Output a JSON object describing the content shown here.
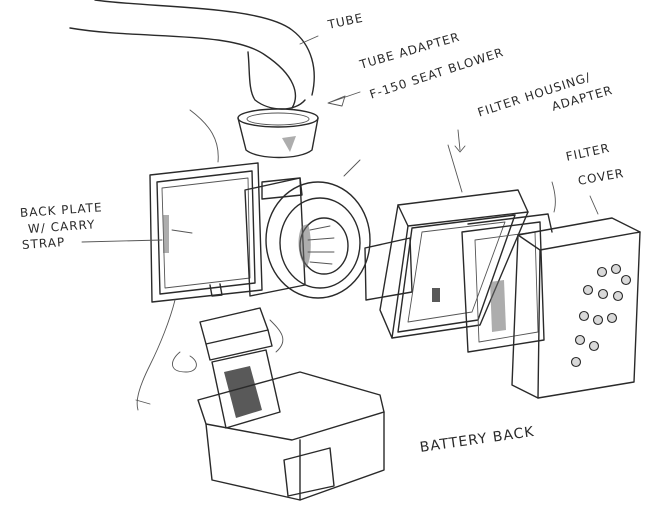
{
  "labels": {
    "tube": "TUBE",
    "tube_adapter": "TUBE ADAPTER",
    "blower": "F-150 SEAT BLOWER",
    "filter_housing_1": "FILTER HOUSING/",
    "filter_housing_2": "ADAPTER",
    "filter_cover_1": "FILTER",
    "filter_cover_2": "COVER",
    "back_plate_1": "BACK PLATE",
    "back_plate_2": "W/ CARRY",
    "back_plate_3": "STRAP",
    "battery": "BATTERY BACK"
  }
}
